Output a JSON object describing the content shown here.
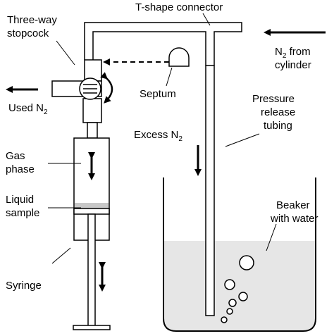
{
  "labels": {
    "t_connector": "T-shape connector",
    "stopcock_1": "Three-way",
    "stopcock_2": "stopcock",
    "n2_source_1_main": "N",
    "n2_source_1_sub": "2",
    "n2_source_1_rest": " from",
    "n2_source_2": "cylinder",
    "septum": "Septum",
    "used_n2_main": "Used N",
    "used_n2_sub": "2",
    "pressure_1": "Pressure",
    "pressure_2": "release",
    "pressure_3": "tubing",
    "excess_n2_main": "Excess N",
    "excess_n2_sub": "2",
    "gas_phase_1": "Gas",
    "gas_phase_2": "phase",
    "liquid_1": "Liquid",
    "liquid_2": "sample",
    "beaker_1": "Beaker",
    "beaker_2": "with water",
    "syringe": "Syringe"
  },
  "colors": {
    "line": "#000000",
    "water": "#e6e6e6",
    "liquid": "#c8c8c8",
    "background": "#ffffff"
  }
}
